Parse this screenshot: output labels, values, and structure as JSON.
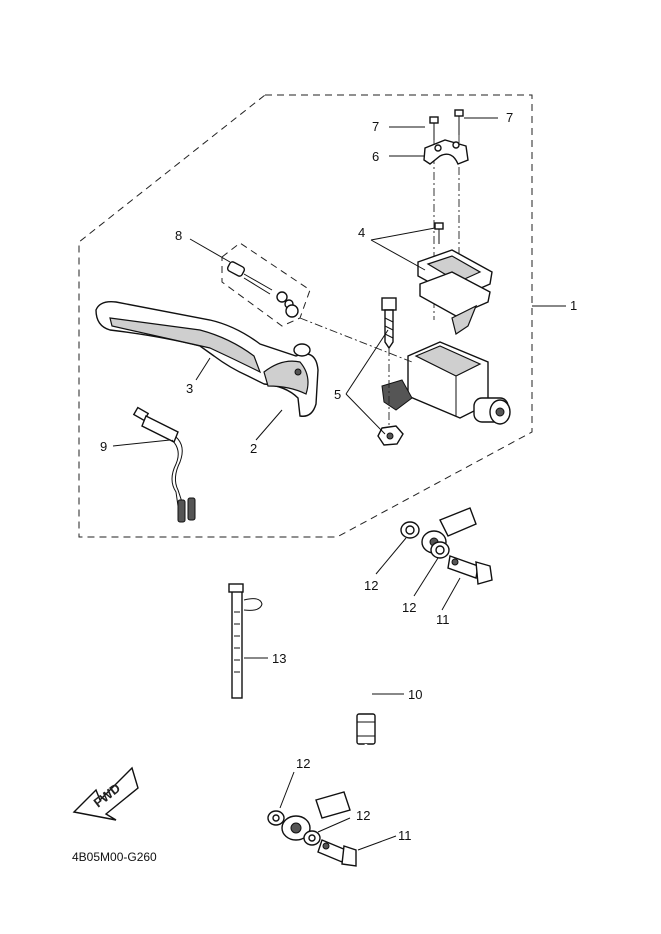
{
  "diagram_code": "4B05M00-G260",
  "fwd_label": "FWD",
  "callouts": {
    "p1": "1",
    "p2": "2",
    "p3": "3",
    "p4": "4",
    "p5": "5",
    "p6": "6",
    "p7a": "7",
    "p7b": "7",
    "p8": "8",
    "p9": "9",
    "p10": "10",
    "p11a": "11",
    "p11b": "11",
    "p12a": "12",
    "p12b": "12",
    "p12c": "12",
    "p12d": "12",
    "p13": "13"
  }
}
